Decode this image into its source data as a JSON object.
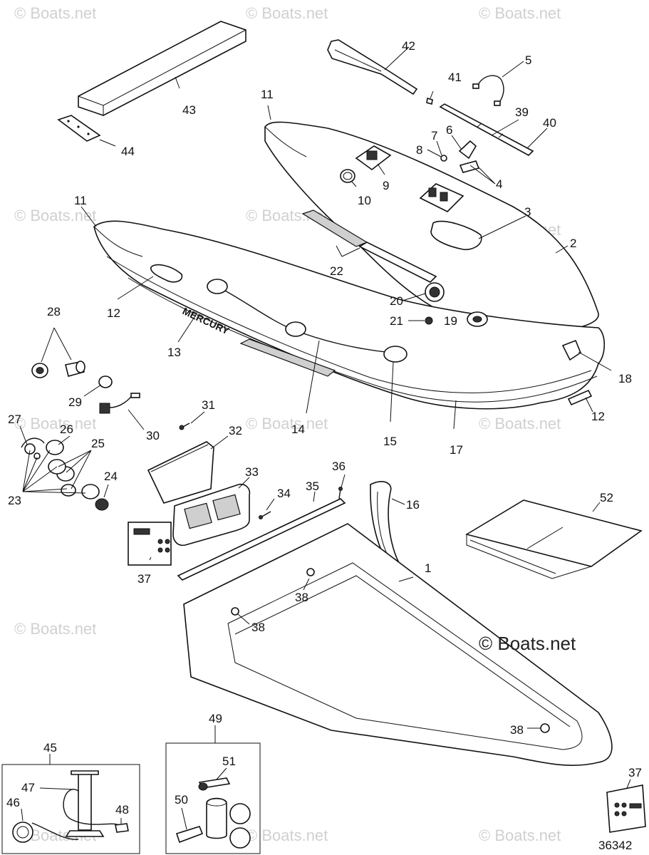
{
  "diagram_number": "36342",
  "copyright_label": "© Boats.net",
  "watermark_text": "© Boats.net",
  "brand_text": "MERCURY",
  "callouts": {
    "c1": "1",
    "c2": "2",
    "c3": "3",
    "c4": "4",
    "c5": "5",
    "c6": "6",
    "c7": "7",
    "c8": "8",
    "c9": "9",
    "c10": "10",
    "c11a": "11",
    "c11b": "11",
    "c12a": "12",
    "c12b": "12",
    "c13": "13",
    "c14": "14",
    "c15": "15",
    "c16": "16",
    "c17": "17",
    "c18": "18",
    "c19": "19",
    "c20": "20",
    "c21": "21",
    "c22": "22",
    "c23": "23",
    "c24": "24",
    "c25": "25",
    "c26": "26",
    "c27": "27",
    "c28": "28",
    "c29": "29",
    "c30": "30",
    "c31": "31",
    "c32": "32",
    "c33": "33",
    "c34": "34",
    "c35": "35",
    "c36": "36",
    "c37a": "37",
    "c37b": "37",
    "c38a": "38",
    "c38b": "38",
    "c38c": "38",
    "c39": "39",
    "c40": "40",
    "c41": "41",
    "c42": "42",
    "c43": "43",
    "c44": "44",
    "c45": "45",
    "c46": "46",
    "c47": "47",
    "c48": "48",
    "c49": "49",
    "c50": "50",
    "c51": "51",
    "c52": "52"
  },
  "colors": {
    "line": "#111111",
    "shade": "#cfcfcf",
    "watermark": "#d0d0d0"
  }
}
